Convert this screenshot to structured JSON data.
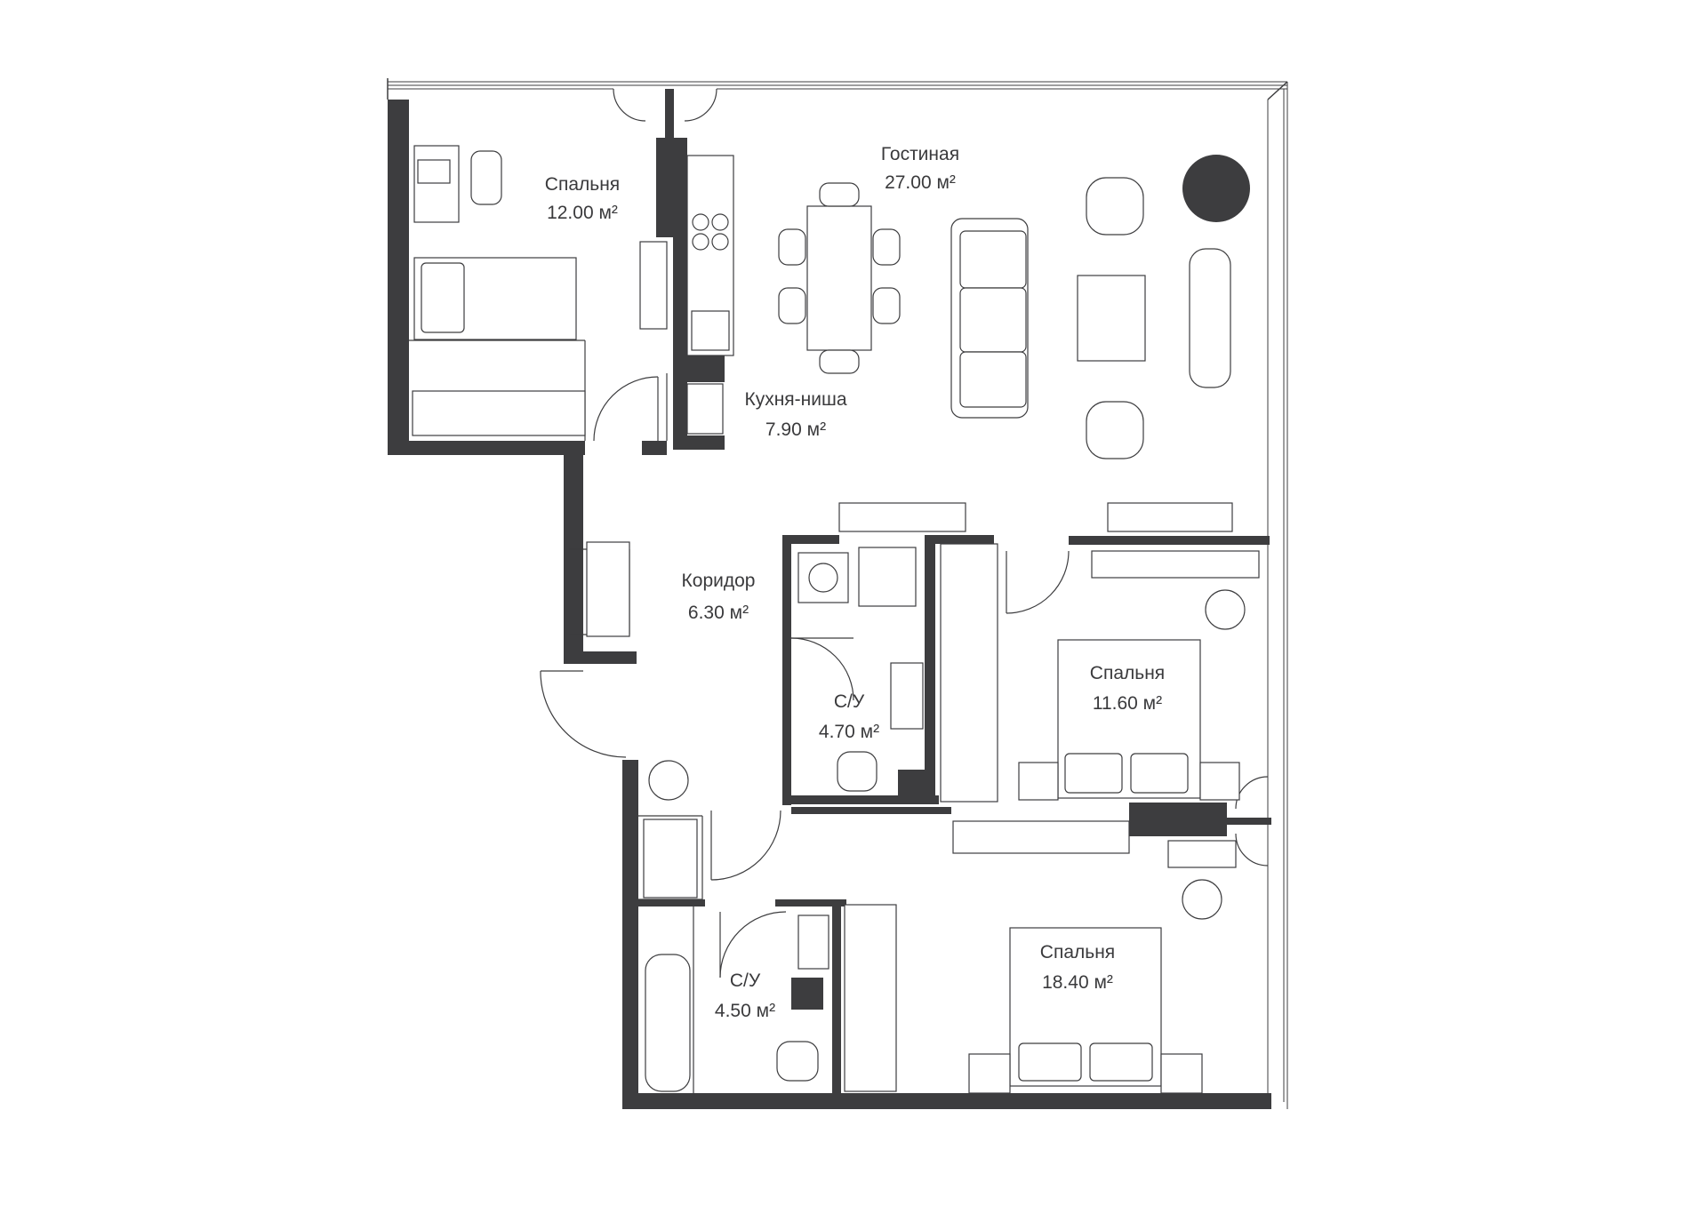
{
  "rooms": {
    "bedroom_small": {
      "name": "Спальня",
      "area": "12.00 м²"
    },
    "living": {
      "name": "Гостиная",
      "area": "27.00 м²"
    },
    "kitchen": {
      "name": "Кухня-ниша",
      "area": "7.90 м²"
    },
    "corridor": {
      "name": "Коридор",
      "area": "6.30 м²"
    },
    "bath_top": {
      "name": "С/У",
      "area": "4.70 м²"
    },
    "bedroom_middle": {
      "name": "Спальня",
      "area": "11.60 м²"
    },
    "bath_bottom": {
      "name": "С/У",
      "area": "4.50 м²"
    },
    "bedroom_large": {
      "name": "Спальня",
      "area": "18.40 м²"
    }
  },
  "colors": {
    "wall": "#3d3d3f",
    "background": "#ffffff"
  }
}
